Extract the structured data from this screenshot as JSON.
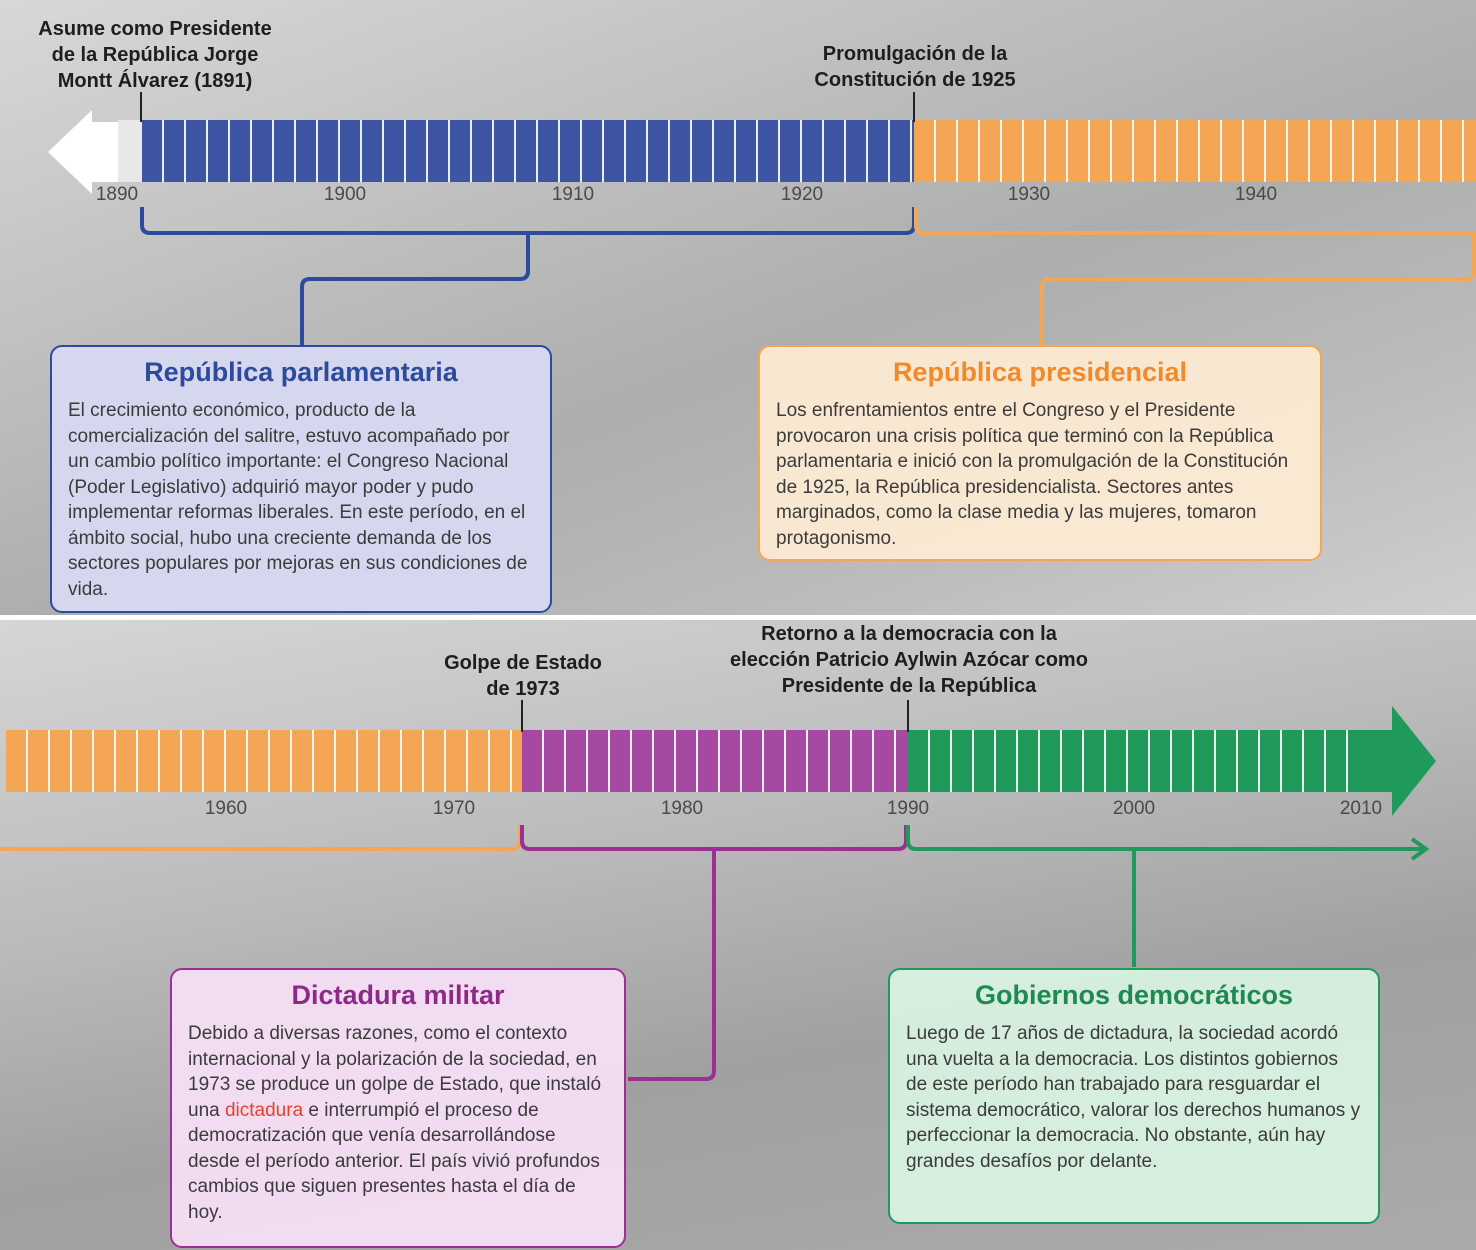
{
  "years_top": [
    "1890",
    "1900",
    "1910",
    "1920",
    "1930",
    "1940"
  ],
  "years_bottom": [
    "1960",
    "1970",
    "1980",
    "1990",
    "2000",
    "2010"
  ],
  "events": {
    "montt": "Asume como Presidente de la República Jorge Montt Álvarez (1891)",
    "constitucion": "Promulgación de la Constitución de 1925",
    "golpe": "Golpe de Estado de 1973",
    "retorno": "Retorno a la democracia con la elección Patricio Aylwin Azócar como Presidente de la República"
  },
  "periods": {
    "parlamentaria": {
      "title": "República parlamentaria",
      "color": "#3d55a3",
      "text": "El crecimiento económico, producto de la comercialización del salitre, estuvo acompañado por un cambio político importante: el Congreso Nacional (Poder Legislativo) adquirió mayor poder y pudo implementar reformas liberales. En este período, en el ámbito social, hubo una creciente demanda de los sectores populares por mejoras en sus condiciones de vida."
    },
    "presidencial": {
      "title": "República presidencial",
      "color": "#f5a654",
      "text": "Los enfrentamientos entre el Congreso y el Presidente provocaron una crisis política que terminó con la República parlamentaria e inició con la promulgación de la Constitución de 1925, la República presidencialista. Sectores antes marginados, como la clase media y las mujeres, tomaron protagonismo."
    },
    "dictadura": {
      "title": "Dictadura militar",
      "color": "#9c3d96",
      "text_before": "Debido a diversas razones, como el contexto internacional y la polarización de la sociedad, en 1973 se produce un golpe de Estado, que instaló una ",
      "highlight": "dictadura",
      "text_after": " e interrumpió el proceso de democratización que venía desarrollándose desde el período anterior. El país vivió profundos cambios que siguen presentes hasta el día de hoy."
    },
    "democraticos": {
      "title": "Gobiernos democráticos",
      "color": "#1f9a5a",
      "text": "Luego de 17 años de dictadura, la sociedad acordó una vuelta a la democracia. Los distintos gobiernos de este período han trabajado para resguardar el sistema democrático, valorar los derechos humanos y perfeccionar la democracia. No obstante, aún hay grandes desafíos por delante."
    }
  }
}
